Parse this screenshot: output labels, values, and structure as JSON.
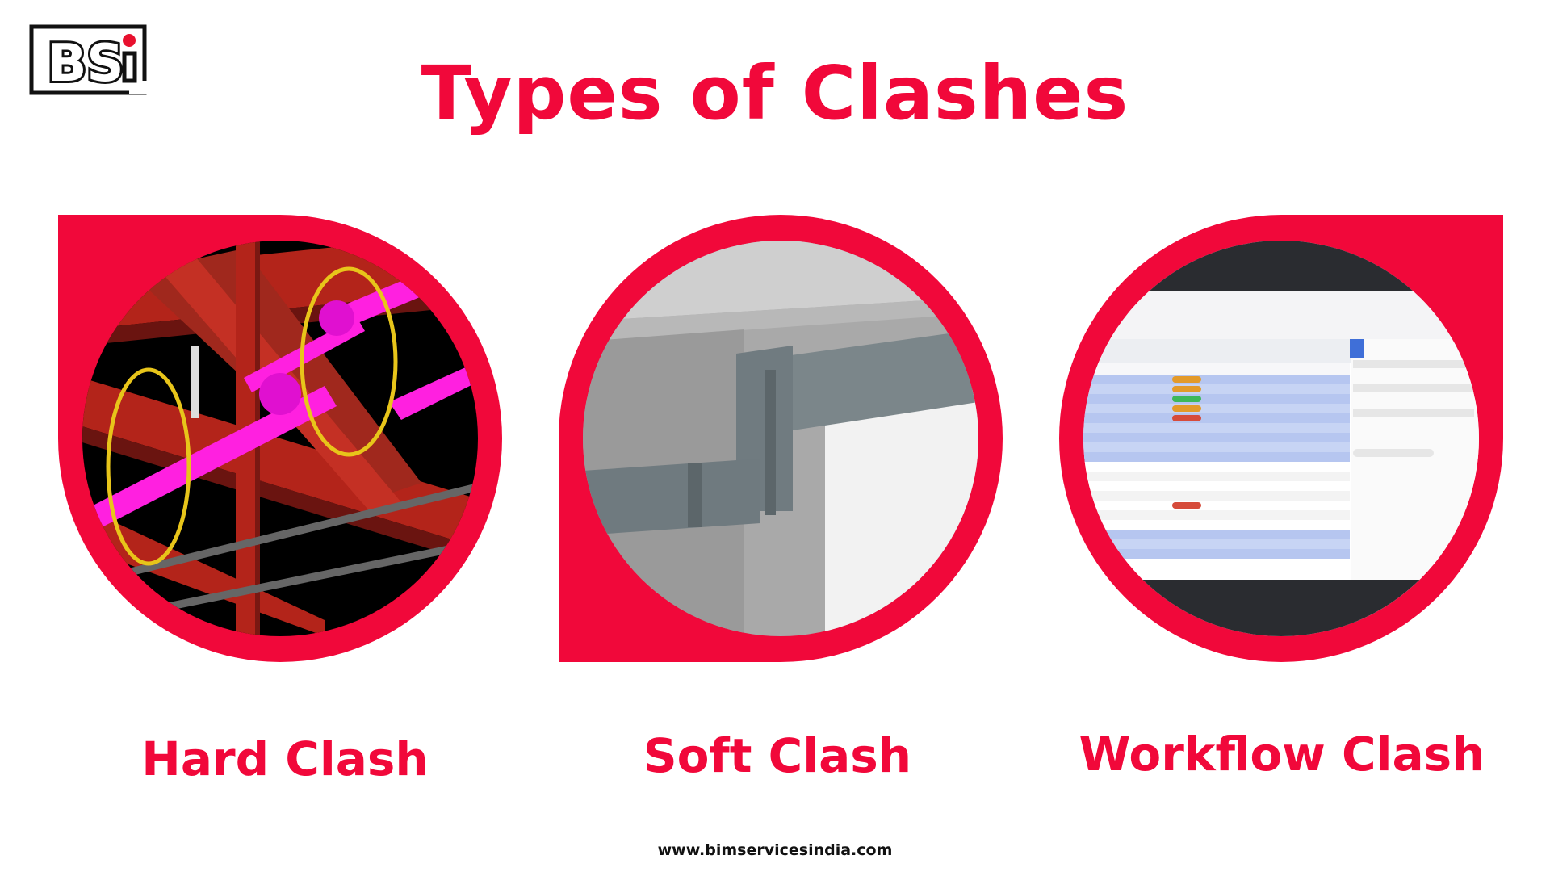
{
  "brand": {
    "logo_text": "BSi",
    "logo_icon": "bsi-logo-icon"
  },
  "header": {
    "title": "Types of Clashes"
  },
  "colors": {
    "accent": "#F1083A",
    "text": "#111111",
    "frame": "#F1083A"
  },
  "panels": [
    {
      "caption": "Hard Clash",
      "image_icon": "steel-beam-pipe-clash-image"
    },
    {
      "caption": "Soft Clash",
      "image_icon": "ductwork-clearance-clash-image"
    },
    {
      "caption": "Workflow Clash",
      "image_icon": "clash-management-software-screenshot"
    }
  ],
  "footer": {
    "url": "www.bimservicesindia.com"
  }
}
